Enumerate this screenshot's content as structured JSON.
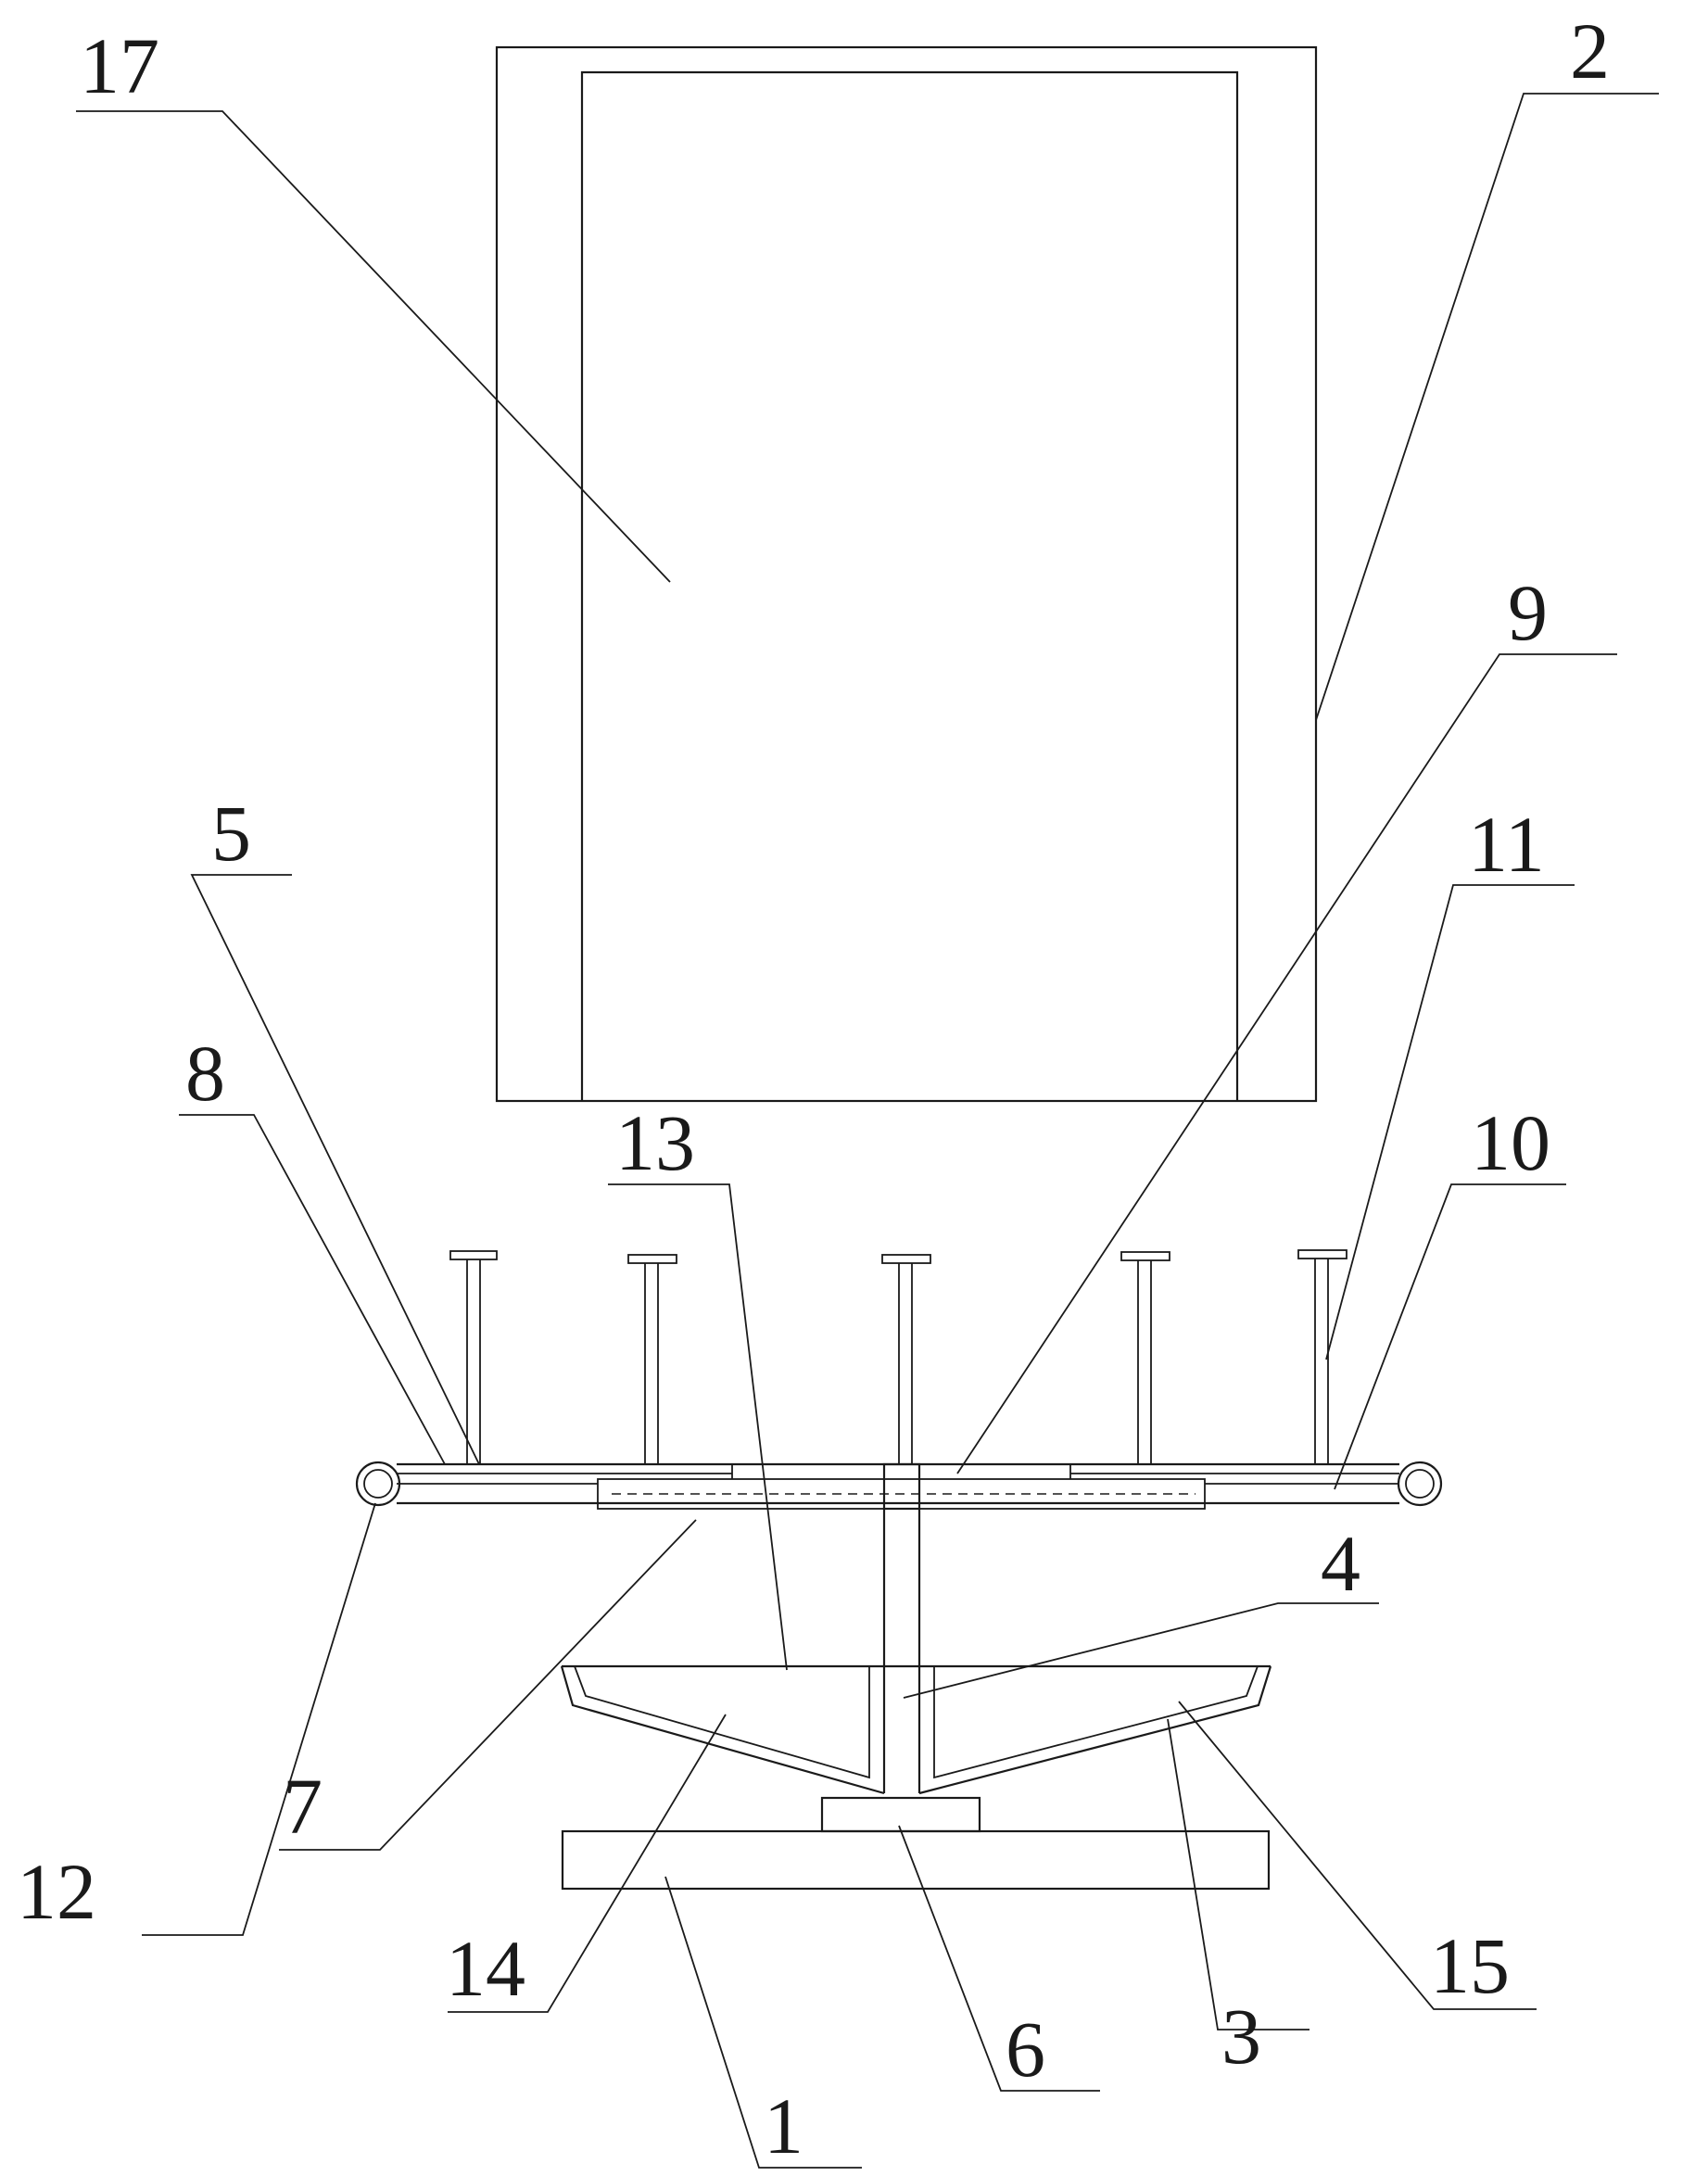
{
  "labels": {
    "l1": "1",
    "l2": "2",
    "l3": "3",
    "l4": "4",
    "l5": "5",
    "l6": "6",
    "l7": "7",
    "l8": "8",
    "l9": "9",
    "l10": "10",
    "l11": "11",
    "l12": "12",
    "l13": "13",
    "l14": "14",
    "l15": "15",
    "l17": "17"
  }
}
